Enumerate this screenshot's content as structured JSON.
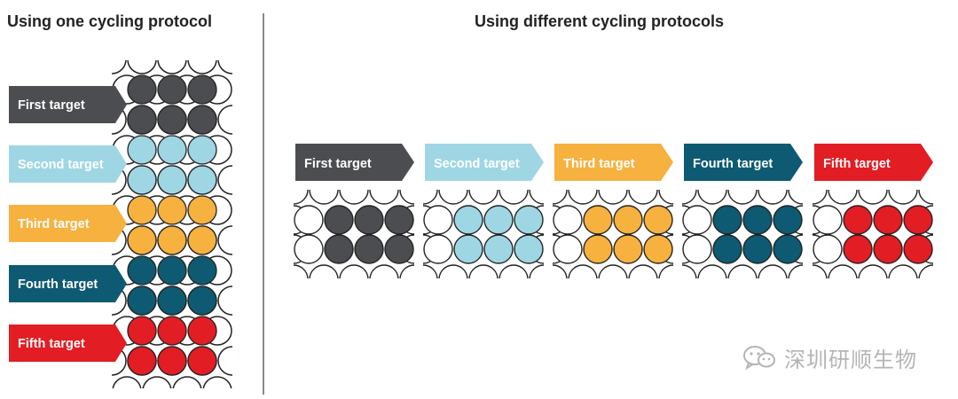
{
  "titles": {
    "left": "Using one cycling protocol",
    "right": "Using different cycling protocols"
  },
  "targets": [
    {
      "label": "First target",
      "color": "#4b4d50",
      "text_color": "#ffffff"
    },
    {
      "label": "Second target",
      "color": "#9fd6e3",
      "text_color": "#ffffff"
    },
    {
      "label": "Third target",
      "color": "#f6b13f",
      "text_color": "#ffffff"
    },
    {
      "label": "Fourth target",
      "color": "#0d5a72",
      "text_color": "#ffffff"
    },
    {
      "label": "Fifth target",
      "color": "#e21d24",
      "text_color": "#ffffff"
    }
  ],
  "watermark": {
    "text": "深圳研顺生物",
    "icon": "wechat-icon"
  }
}
